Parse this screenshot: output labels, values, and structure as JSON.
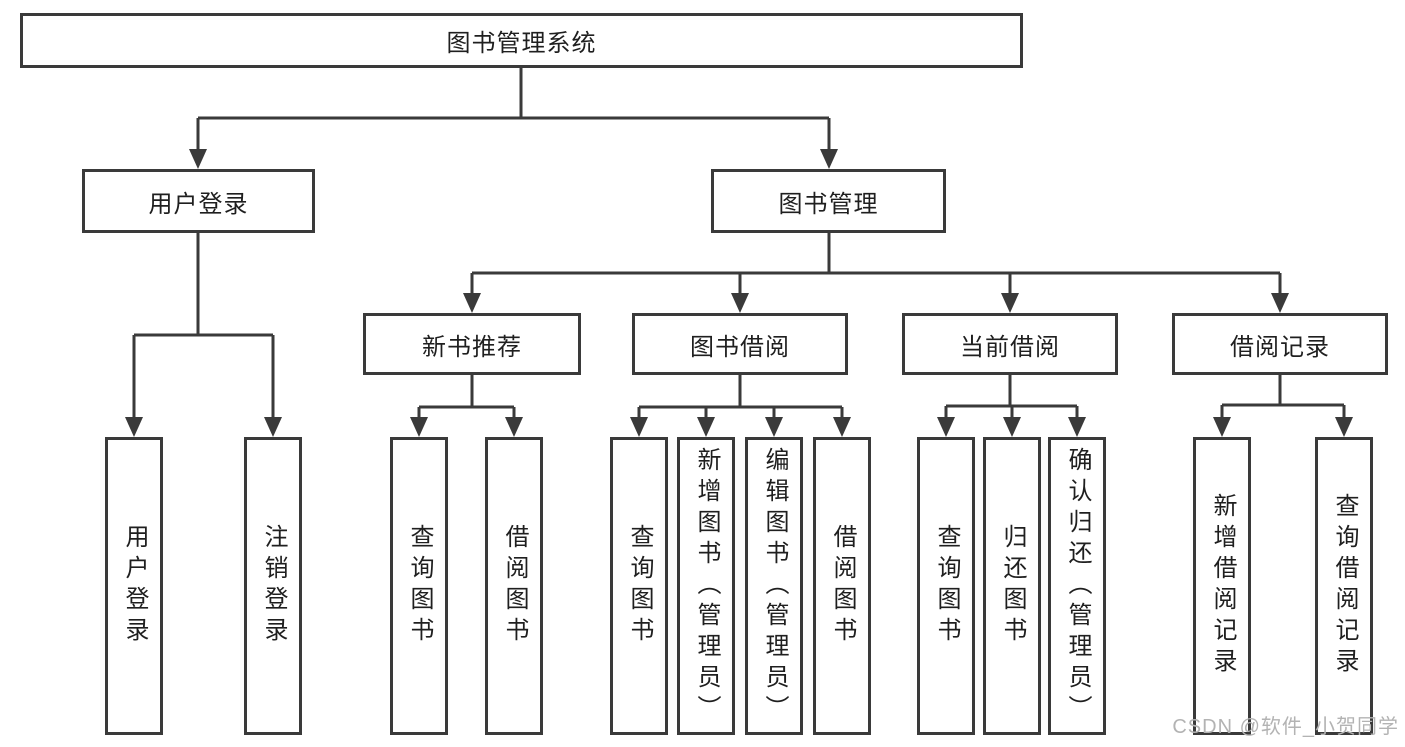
{
  "diagram": {
    "root": {
      "label": "图书管理系统"
    },
    "branches": [
      {
        "label": "用户登录",
        "children": [
          {
            "label": "用户登录"
          },
          {
            "label": "注销登录"
          }
        ]
      },
      {
        "label": "图书管理",
        "children": [
          {
            "label": "新书推荐",
            "children": [
              {
                "label": "查询图书"
              },
              {
                "label": "借阅图书"
              }
            ]
          },
          {
            "label": "图书借阅",
            "children": [
              {
                "label": "查询图书"
              },
              {
                "label": "新增图书（管理员）"
              },
              {
                "label": "编辑图书（管理员）"
              },
              {
                "label": "借阅图书"
              }
            ]
          },
          {
            "label": "当前借阅",
            "children": [
              {
                "label": "查询图书"
              },
              {
                "label": "归还图书"
              },
              {
                "label": "确认归还（管理员）"
              }
            ]
          },
          {
            "label": "借阅记录",
            "children": [
              {
                "label": "新增借阅记录"
              },
              {
                "label": "查询借阅记录"
              }
            ]
          }
        ]
      }
    ]
  },
  "watermark": {
    "text": "CSDN @软件_小贺同学"
  },
  "colors": {
    "line": "#3a3a3a",
    "text": "#1f1f1f",
    "watermark": "#b3b3b3",
    "bg": "#ffffff"
  }
}
